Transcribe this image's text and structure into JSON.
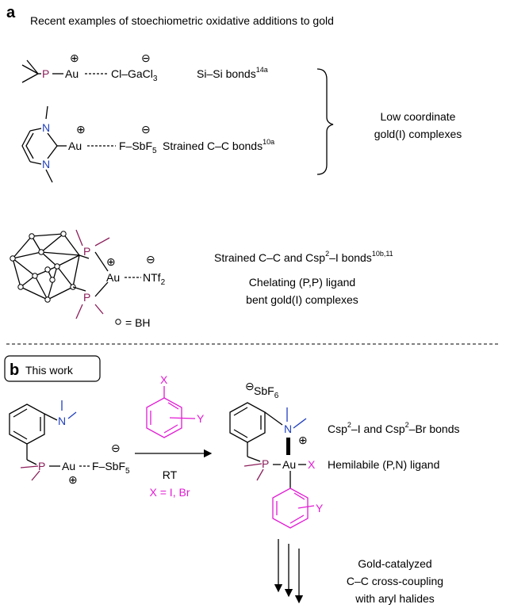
{
  "panel_a": {
    "letter": "a",
    "title": "Recent examples of stoechiometric oxidative additions to gold",
    "plus": "⊕",
    "minus": "⊖",
    "ex1": {
      "p": "P",
      "au": "Au",
      "counter": "Cl–GaCl",
      "sub": "3",
      "label": "Si–Si bonds",
      "ref": "14a"
    },
    "ex2": {
      "n1": "N",
      "n2": "N",
      "au": "Au",
      "counter": "F–SbF",
      "sub": "5",
      "label": "Strained C–C bonds",
      "ref": "10a"
    },
    "brace_label": [
      "Low coordinate",
      "gold(I) complexes"
    ],
    "ex3": {
      "p1": "P",
      "p2": "P",
      "au": "Au",
      "counter": "NTf",
      "sub": "2",
      "label": "Strained C–C and Csp",
      "label_sup": "2",
      "label_tail": "–I bonds",
      "ref": "10b,11",
      "desc": [
        "Chelating (P,P) ligand",
        "bent gold(I) complexes"
      ],
      "bh_legend": "= BH"
    }
  },
  "panel_b": {
    "letter": "b",
    "title": "This work",
    "reactant": {
      "n": "N",
      "p": "P",
      "au": "Au",
      "counter": "F–SbF",
      "sub": "5"
    },
    "reagent": {
      "x": "X",
      "y": "Y"
    },
    "conditions": {
      "rt": "RT",
      "halides": "X = I, Br"
    },
    "product": {
      "n": "N",
      "p": "P",
      "au": "Au",
      "x": "X",
      "y": "Y",
      "anion": "SbF",
      "anion_sub": "6"
    },
    "bonds_label": {
      "a": "Csp",
      "a_sup": "2",
      "b": "–I and Csp",
      "b_sup": "2",
      "c": "–Br bonds"
    },
    "ligand_label": "Hemilabile (P,N) ligand",
    "outcome": [
      "Gold-catalyzed",
      "C–C cross-coupling",
      "with aryl halides"
    ]
  },
  "colors": {
    "phosphorus": "#8b1e5a",
    "nitrogen": "#1f3fbf",
    "reagent": "#e21bd3"
  }
}
